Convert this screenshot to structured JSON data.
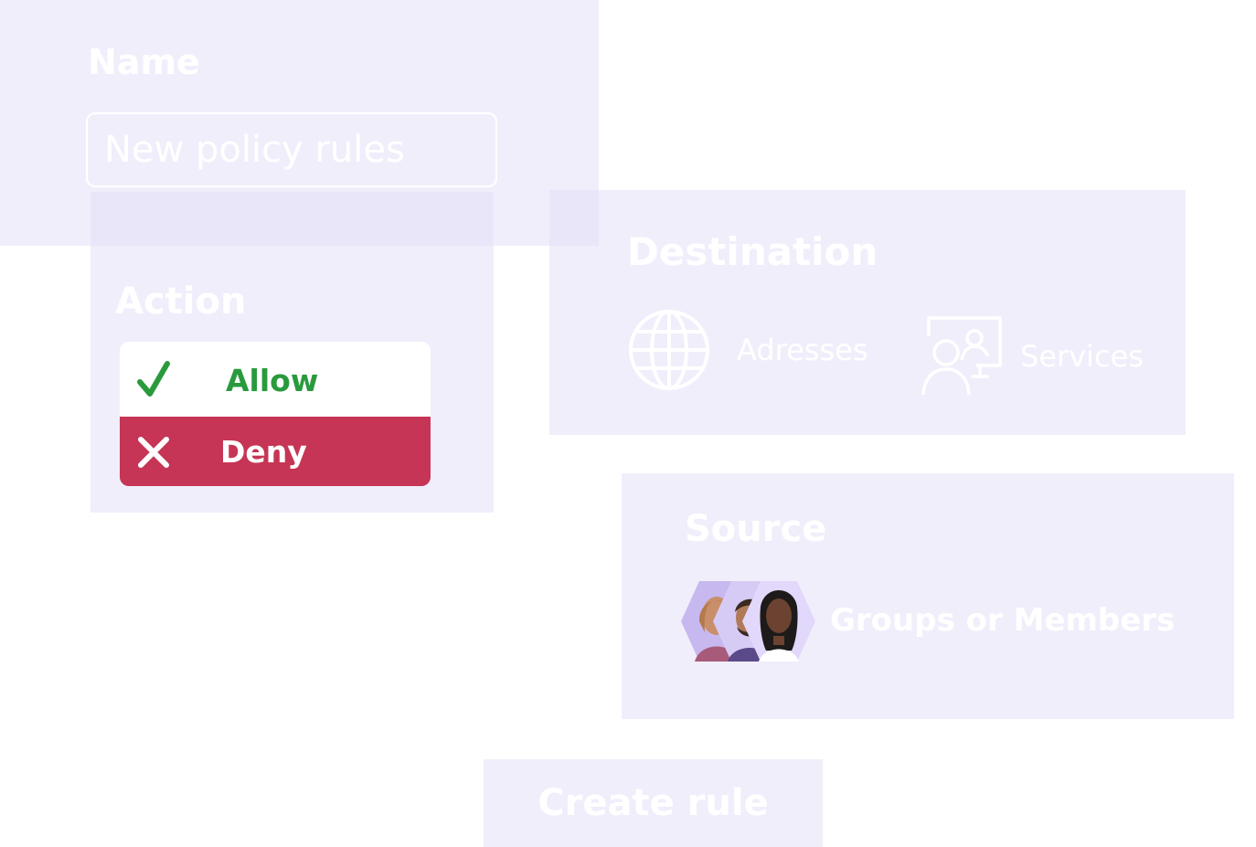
{
  "name_section": {
    "heading": "Name",
    "input_placeholder": "New policy rules",
    "input_value": ""
  },
  "action_section": {
    "heading": "Action",
    "options": [
      {
        "label": "Allow",
        "icon": "check-icon",
        "color": "#2a9a3c"
      },
      {
        "label": "Deny",
        "icon": "close-icon",
        "color": "#c63555"
      }
    ]
  },
  "destination_section": {
    "heading": "Destination",
    "items": [
      {
        "label": "Adresses",
        "icon": "globe-icon"
      },
      {
        "label": "Services",
        "icon": "users-monitor-icon"
      }
    ]
  },
  "source_section": {
    "heading": "Source",
    "label": "Groups or Members",
    "icon": "member-avatars"
  },
  "create_button": {
    "label": "Create rule"
  },
  "colors": {
    "panel": "#e4def8",
    "allow": "#2a9a3c",
    "deny": "#c63555",
    "avatar_frame": "#c7b8ef"
  }
}
